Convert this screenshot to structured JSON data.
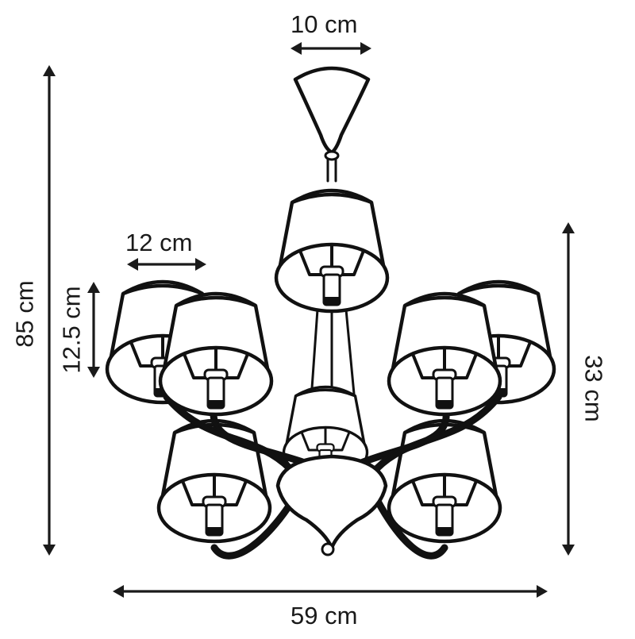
{
  "diagram": {
    "subject": "8-arm chandelier with fabric lampshades",
    "stroke_color": "#111111",
    "background": "#ffffff",
    "shade_count": 8
  },
  "dimensions": {
    "canopy_width": "10 cm",
    "total_height": "85 cm",
    "shade_width": "12 cm",
    "shade_height": "12.5 cm",
    "body_height": "33 cm",
    "total_width": "59 cm"
  }
}
